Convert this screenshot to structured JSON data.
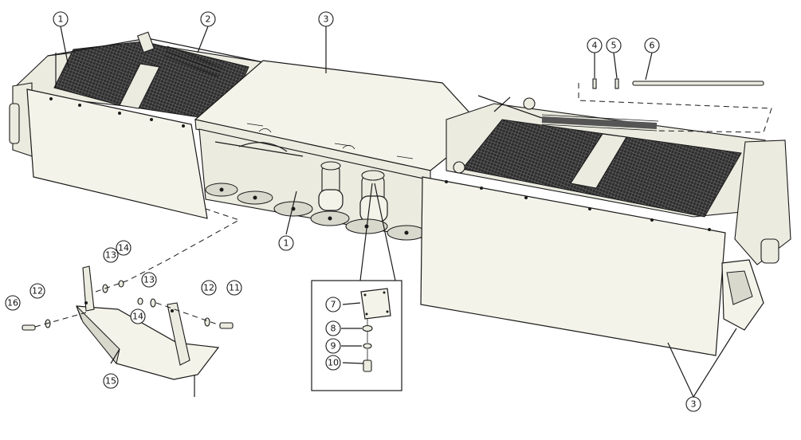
{
  "diagram": {
    "callouts": [
      {
        "id": "c1a",
        "label": "1"
      },
      {
        "id": "c2",
        "label": "2"
      },
      {
        "id": "c3a",
        "label": "3"
      },
      {
        "id": "c4",
        "label": "4"
      },
      {
        "id": "c5",
        "label": "5"
      },
      {
        "id": "c6",
        "label": "6"
      },
      {
        "id": "c1b",
        "label": "1"
      },
      {
        "id": "c14a",
        "label": "14"
      },
      {
        "id": "c13a",
        "label": "13"
      },
      {
        "id": "c13b",
        "label": "13"
      },
      {
        "id": "c14b",
        "label": "14"
      },
      {
        "id": "c12a",
        "label": "12"
      },
      {
        "id": "c12b",
        "label": "12"
      },
      {
        "id": "c11",
        "label": "11"
      },
      {
        "id": "c16",
        "label": "16"
      },
      {
        "id": "c15",
        "label": "15"
      },
      {
        "id": "c7",
        "label": "7"
      },
      {
        "id": "c8",
        "label": "8"
      },
      {
        "id": "c9",
        "label": "9"
      },
      {
        "id": "c10",
        "label": "10"
      },
      {
        "id": "c3b",
        "label": "3"
      }
    ]
  }
}
